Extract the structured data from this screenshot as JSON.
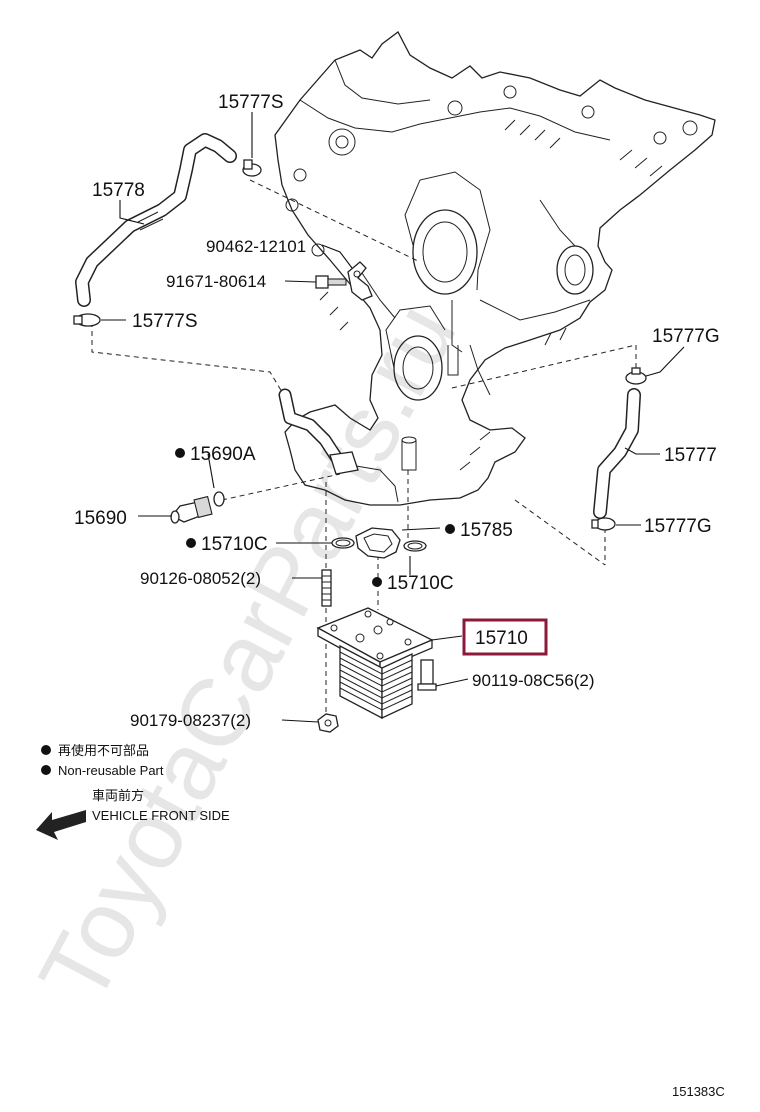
{
  "watermark": "ToyotaCarParts.ru",
  "parts": {
    "p15777S_top": "15777S",
    "p15778": "15778",
    "p90462": "90462-12101",
    "p91671": "91671-80614",
    "p15777S_bottom": "15777S",
    "p15777G_top": "15777G",
    "p15777": "15777",
    "p15777G_bottom": "15777G",
    "p15690A": "15690A",
    "p15690": "15690",
    "p15785": "15785",
    "p15710C_left": "15710C",
    "p15710C_right": "15710C",
    "p90126": "90126-08052(2)",
    "p15710": "15710",
    "p90119": "90119-08C56(2)",
    "p90179": "90179-08237(2)"
  },
  "highlight": {
    "part": "15710",
    "color": "#8b1a3a"
  },
  "legend": {
    "nonreusable_jp": "再使用不可部品",
    "nonreusable_en": "Non-reusable Part",
    "front_jp": "車両前方",
    "front_en": "VEHICLE FRONT SIDE"
  },
  "diagram_code": "151383C"
}
